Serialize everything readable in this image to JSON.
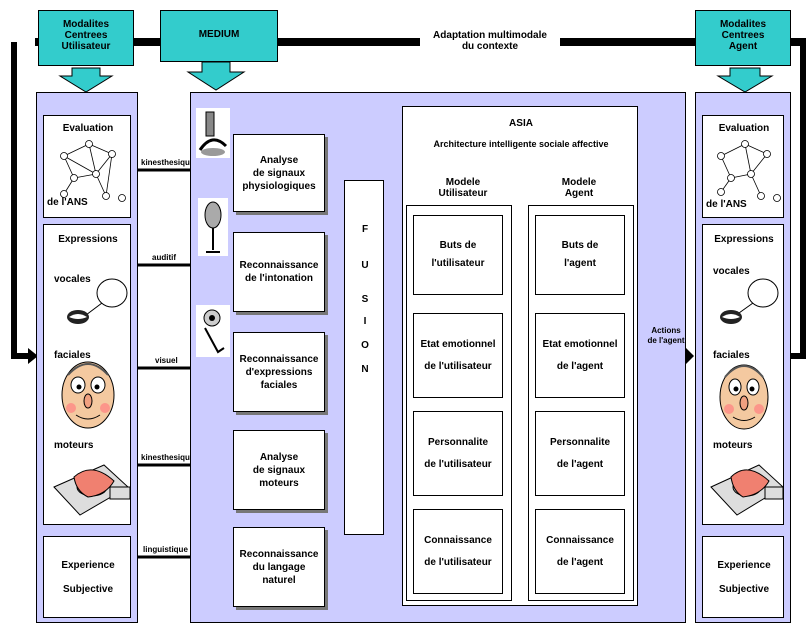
{
  "header": {
    "modalites_utilisateur": [
      "Modalites",
      "Centrees",
      "Utilisateur"
    ],
    "medium": "MEDIUM",
    "adaptation": [
      "Adaptation multimodale",
      "du contexte"
    ],
    "modalites_agent": [
      "Modalites",
      "Centrees",
      "Agent"
    ]
  },
  "left_panel": {
    "evaluation_title": "Evaluation",
    "evaluation_sub": "de l'ANS",
    "expressions_title": "Expressions",
    "vocales": "vocales",
    "faciales": "faciales",
    "moteurs": "moteurs",
    "experience": [
      "Experience",
      "Subjective"
    ]
  },
  "channels": [
    "kinesthesique",
    "auditif",
    "visuel",
    "kinesthesique",
    "linguistique"
  ],
  "medium_boxes": [
    [
      "Analyse",
      "de signaux",
      "physiologiques"
    ],
    [
      "Reconnaissance",
      "de l'intonation"
    ],
    [
      "Reconnaissance",
      "d'expressions",
      "faciales"
    ],
    [
      "Analyse",
      "de signaux",
      "moteurs"
    ],
    [
      "Reconnaissance",
      "du langage",
      "naturel"
    ]
  ],
  "fusion_letters": [
    "F",
    "U",
    "S",
    "I",
    "O",
    "N"
  ],
  "asia": {
    "title": "ASIA",
    "subtitle": "Architecture intelligente sociale affective",
    "user_model_title": [
      "Modele",
      "Utilisateur"
    ],
    "agent_model_title": [
      "Modele",
      "Agent"
    ],
    "user_items": [
      [
        "Buts de",
        "l'utilisateur"
      ],
      [
        "Etat emotionnel",
        "de l'utilisateur"
      ],
      [
        "Personnalite",
        "de l'utilisateur"
      ],
      [
        "Connaissance",
        "de l'utilisateur"
      ]
    ],
    "agent_items": [
      [
        "Buts de",
        "l'agent"
      ],
      [
        "Etat emotionnel",
        "de l'agent"
      ],
      [
        "Personnalite",
        "de l'agent"
      ],
      [
        "Connaissance",
        "de l'agent"
      ]
    ]
  },
  "actions": [
    "Actions",
    "de l'agent"
  ],
  "right_panel": {
    "evaluation_title": "Evaluation",
    "evaluation_sub": "de l'ANS",
    "expressions_title": "Expressions",
    "vocales": "vocales",
    "faciales": "faciales",
    "moteurs": "moteurs",
    "experience": [
      "Experience",
      "Subjective"
    ]
  },
  "colors": {
    "panel": "#ccccff",
    "header_box": "#33cccc",
    "arrow": "#000000"
  }
}
